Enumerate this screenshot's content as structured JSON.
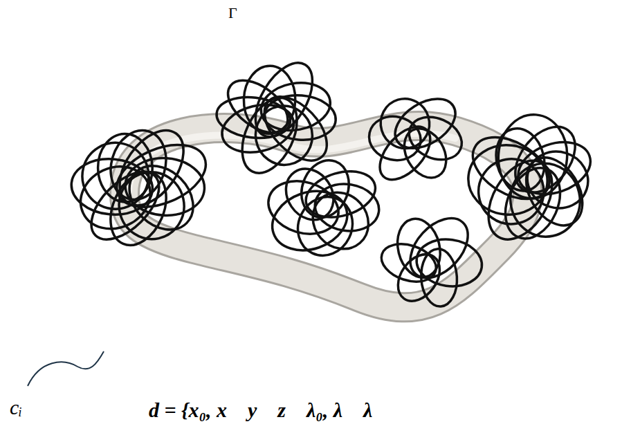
{
  "diagram": {
    "labels": [
      "Γ",
      "cᵢ",
      "d = {x₀, x    y    z    λ₀, λ    λ"
    ]
  }
}
